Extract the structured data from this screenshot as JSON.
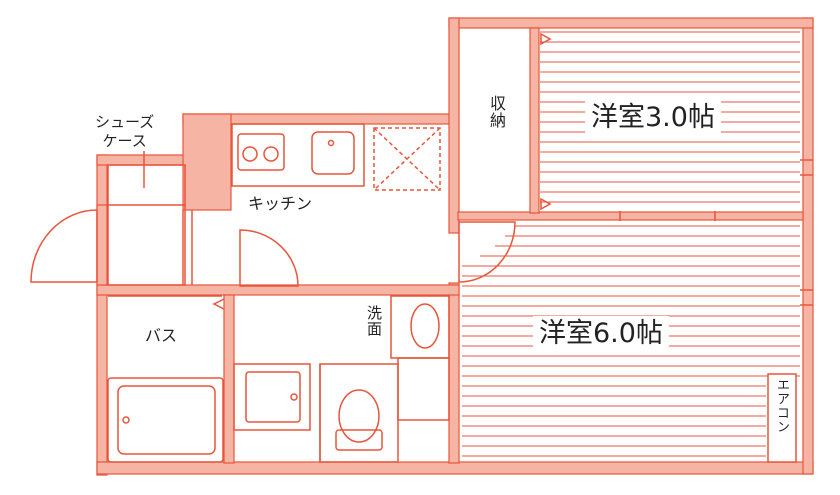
{
  "floorplan": {
    "colors": {
      "wall": "#f5b4a4",
      "line": "#e8553a",
      "text": "#222222"
    },
    "rooms": {
      "western_room_small": "洋室3.0帖",
      "western_room_large": "洋室6.0帖",
      "storage": "収納",
      "kitchen": "キッチン",
      "shoe_case": "シューズ\nケース",
      "bath": "バス",
      "washbasin": "洗面",
      "aircon": "エアコン"
    }
  }
}
